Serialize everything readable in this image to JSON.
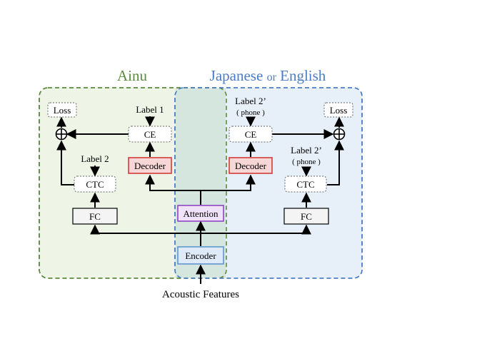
{
  "titles": {
    "left": "Ainu",
    "right_main1": "Japanese",
    "right_or": "or",
    "right_main2": "English"
  },
  "left": {
    "loss": "Loss",
    "ce": "CE",
    "label1": "Label 1",
    "decoder": "Decoder",
    "label2": "Label 2",
    "ctc": "CTC",
    "fc": "FC"
  },
  "right": {
    "loss": "Loss",
    "ce": "CE",
    "label_top": "Label 2’",
    "label_top_sub": "( phone )",
    "decoder": "Decoder",
    "label_mid": "Label 2’",
    "label_mid_sub": "( phone )",
    "ctc": "CTC",
    "fc": "FC"
  },
  "shared": {
    "attention": "Attention",
    "encoder": "Encoder",
    "input": "Acoustic Features"
  },
  "colors": {
    "green": "#5a8a3a",
    "green_fill": "#eef4e6",
    "blue": "#4a7cc7",
    "blue_fill": "#e7eff9",
    "overlap_fill": "#d5e6df",
    "decoder_border": "#d03030",
    "decoder_fill": "#f7d6d6",
    "attention_border": "#8a3cc0",
    "attention_fill": "#f0e2f8",
    "encoder_border": "#5a8fd0",
    "encoder_fill": "#dfeaf8",
    "fc_fill": "#f4f4f4"
  }
}
